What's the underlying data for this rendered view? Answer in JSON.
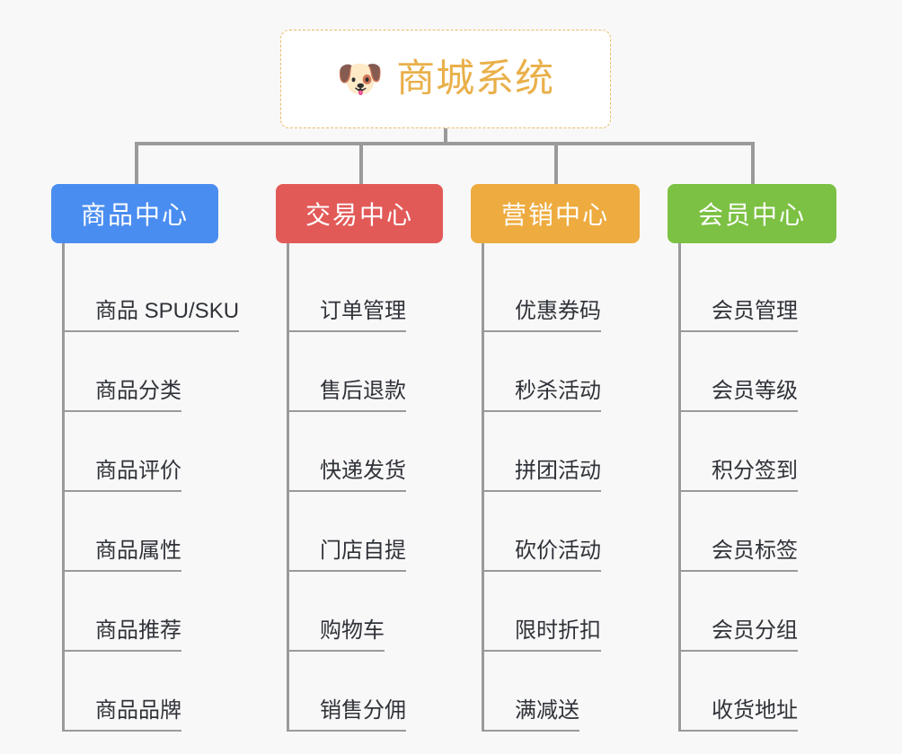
{
  "root": {
    "icon": "dog-face-icon",
    "icon_glyph": "🐶",
    "title": "商城系统",
    "title_color": "#e9b04a",
    "border_color": "#e8bb6a",
    "background": "#ffffff"
  },
  "canvas": {
    "background": "#f8f8f8",
    "connector_color": "#9a9a9a"
  },
  "branches": [
    {
      "id": "product-center",
      "label": "商品中心",
      "color": "#4a8df0",
      "items": [
        "商品 SPU/SKU",
        "商品分类",
        "商品评价",
        "商品属性",
        "商品推荐",
        "商品品牌"
      ]
    },
    {
      "id": "trade-center",
      "label": "交易中心",
      "color": "#e25a58",
      "items": [
        "订单管理",
        "售后退款",
        "快递发货",
        "门店自提",
        "购物车",
        "销售分佣"
      ]
    },
    {
      "id": "marketing-center",
      "label": "营销中心",
      "color": "#eeab3f",
      "items": [
        "优惠券码",
        "秒杀活动",
        "拼团活动",
        "砍价活动",
        "限时折扣",
        "满减送"
      ]
    },
    {
      "id": "member-center",
      "label": "会员中心",
      "color": "#7cc143",
      "items": [
        "会员管理",
        "会员等级",
        "积分签到",
        "会员标签",
        "会员分组",
        "收货地址"
      ]
    }
  ]
}
